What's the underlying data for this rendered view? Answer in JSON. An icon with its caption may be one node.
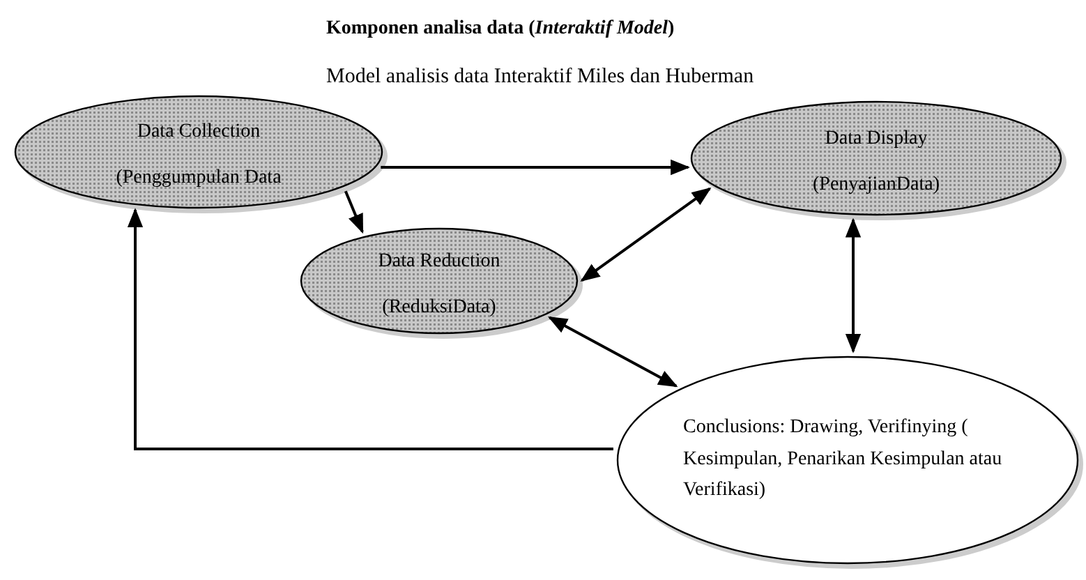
{
  "diagram": {
    "title": "Komponen analisa data (*Interaktif Model*)",
    "nodes": [
      {
        "text": [
          "Data Collection",
          "(Penggumpulan Data"
        ]
      },
      {
        "text": [
          "Data Display",
          "(PenyajianData)"
        ]
      },
      {
        "text": [
          "Data Reduction",
          "(ReduksiData)"
        ]
      },
      {
        "text": [
          "Conclusions: Drawing, Verifinying ( Kesimpulan, Penarikan Kesimpulan atau Verifikasi)"
        ]
      }
    ],
    "edges": [
      {
        "from": 0,
        "to": 1,
        "arrow": "to"
      },
      {
        "from": 0,
        "to": 2,
        "arrow": "to"
      },
      {
        "from": 1,
        "to": 2,
        "arrow": "both"
      },
      {
        "from": 1,
        "to": 3,
        "arrow": "both"
      },
      {
        "from": 2,
        "to": 3,
        "arrow": "both"
      },
      {
        "from": 3,
        "to": 0,
        "arrow": "to"
      }
    ],
    "labels": [
      "Model analisis data Interaktif Miles dan Huberman"
    ]
  }
}
